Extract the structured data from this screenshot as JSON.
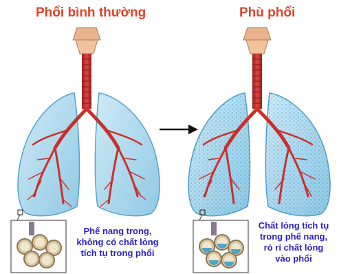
{
  "left_panel": {
    "title": "Phổi bình thường",
    "caption_lines": [
      "Phế nang trong,",
      "không có chất lỏng",
      "tích tụ trong phổi"
    ]
  },
  "right_panel": {
    "title": "Phù phổi",
    "caption_lines": [
      "Chất lỏng tích tụ",
      "trong phế nang,",
      "rò rỉ chất lỏng",
      "vào phổi"
    ]
  },
  "colors": {
    "title": "#e2412a",
    "caption": "#2a1fc9",
    "trachea": "#c9302b",
    "lung_fill": "#a9d8ee",
    "lung_edge": "#4a9cc9",
    "fluid": "#3aa0c8"
  }
}
